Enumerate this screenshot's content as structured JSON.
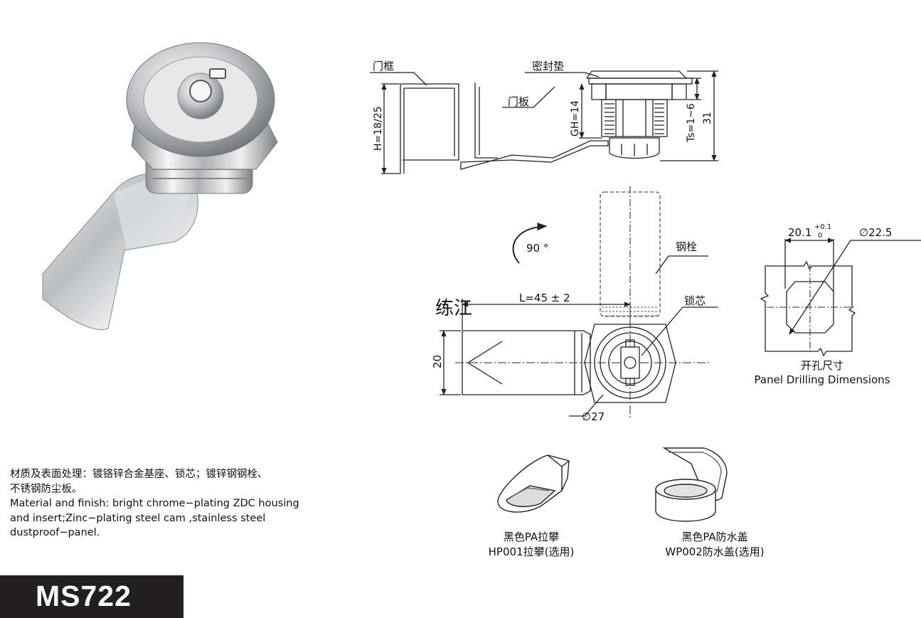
{
  "side_view": {
    "door_frame": "门框",
    "door_panel": "门板",
    "seal_gasket": "密封垫",
    "frame_height": "H=18/25",
    "thread_length": "GH=14",
    "panel_thickness": "Ts=1~6",
    "total_height": "31"
  },
  "front_view": {
    "rotation": "90 °",
    "steel_bolt": "钢栓",
    "lock_core": "锁芯",
    "cam_length": "L=45 ± 2",
    "cam_width": "20",
    "diameter": "∅27",
    "watermark": "练江"
  },
  "panel_cutout": {
    "width_value": "20.1",
    "width_tol_upper": "+0.1",
    "width_tol_lower": "0",
    "diameter": "∅22.5",
    "title_cn": "开孔尺寸",
    "title_en": "Panel Drilling Dimensions"
  },
  "accessories": [
    {
      "line1": "黑色PA拉攀",
      "line2": "HP001拉攀(选用)"
    },
    {
      "line1": "黑色PA防水盖",
      "line2": "WP002防水盖(选用)"
    }
  ],
  "description": {
    "cn_line1": "材质及表面处理：镀铬锌合金基座、锁芯；镀锌钢钢栓、",
    "cn_line2": "不锈钢防尘板。",
    "en_line1": "Material and finish: bright chrome−plating ZDC housing",
    "en_line2": "and insert;Zinc−plating steel cam ,stainless steel",
    "en_line3": "dustproof−panel."
  },
  "model": "MS722",
  "colors": {
    "badge_bg": "#231f20",
    "line": "#222222",
    "chrome": "#c9ccd0"
  }
}
